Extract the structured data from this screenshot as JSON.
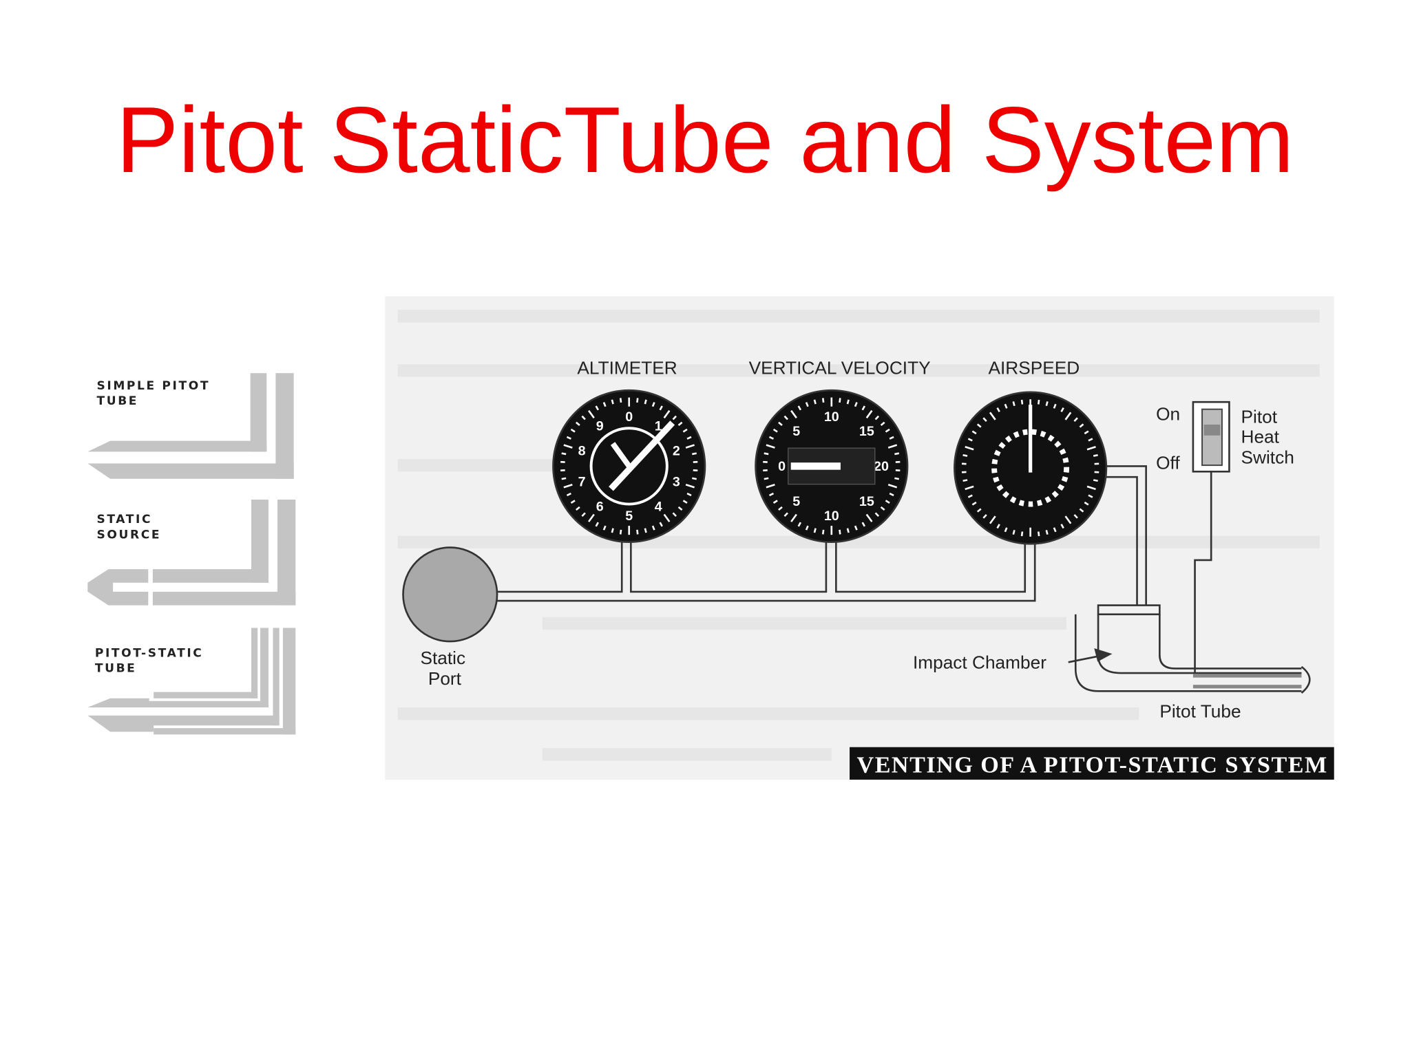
{
  "title": "Pitot StaticTube and System",
  "tube_types": [
    {
      "line1": "SIMPLE PITOT",
      "line2": "TUBE"
    },
    {
      "line1": "STATIC",
      "line2": "SOURCE"
    },
    {
      "line1": "PITOT-STATIC",
      "line2": "TUBE"
    }
  ],
  "diagram": {
    "gauges": [
      {
        "label": "ALTIMETER",
        "numbers": [
          "0",
          "1",
          "2",
          "3",
          "4",
          "5",
          "6",
          "7",
          "8",
          "9"
        ]
      },
      {
        "label": "VERTICAL VELOCITY",
        "numbers": [
          "10",
          "15",
          "20",
          "15",
          "10",
          "5",
          "0",
          "5"
        ]
      },
      {
        "label": "AIRSPEED",
        "numbers": []
      }
    ],
    "static_port": {
      "line1": "Static",
      "line2": "Port"
    },
    "switch": {
      "on": "On",
      "off": "Off",
      "line1": "Pitot",
      "line2": "Heat",
      "line3": "Switch"
    },
    "impact_chamber": "Impact Chamber",
    "pitot_tube": "Pitot Tube",
    "caption": "VENTING OF A PITOT-STATIC SYSTEM"
  }
}
